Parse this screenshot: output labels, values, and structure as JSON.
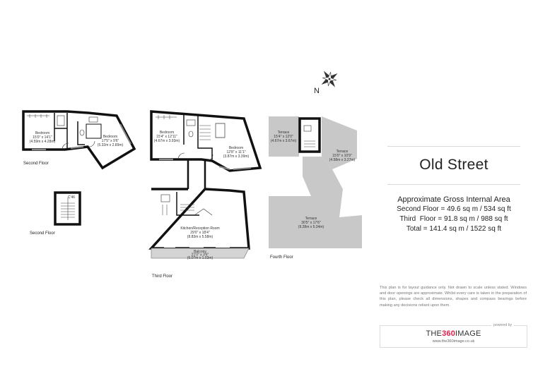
{
  "compass": {
    "letter": "N"
  },
  "second_floor": {
    "label_main": "Second Floor",
    "label_annex": "Second Floor",
    "bedroom1": {
      "name": "Bedroom",
      "size": "15'0\" x 14'1\"",
      "metric": "(4.59m x 4.28m)"
    },
    "bedroom2": {
      "name": "Bedroom",
      "size": "17'5\" x 9'6\"",
      "metric": "(5.32m x 2.89m)"
    },
    "annex_note": "C'46"
  },
  "third_floor": {
    "label": "Third Floor",
    "bedroom1": {
      "name": "Bedroom",
      "size": "15'4\" x 12'11\"",
      "metric": "(4.67m x 3.93m)"
    },
    "bedroom2": {
      "name": "Bedroom",
      "size": "12'8\" x 11'1\"",
      "metric": "(3.87m x 3.39m)"
    },
    "kitchen": {
      "name": "Kitchen/Reception Room",
      "size": "29'0\" x 18'4\"",
      "metric": "(8.83m x 5.58m)"
    },
    "balcony": {
      "name": "Balcony",
      "size": "21'0\" x 3'6\"",
      "metric": "(6.07m x 1.03m)"
    }
  },
  "fourth_floor": {
    "label": "Fourth Floor",
    "terrace1": {
      "name": "Terrace",
      "size": "15'4\" x 12'0\"",
      "metric": "(4.67m x 3.67m)"
    },
    "terrace2": {
      "name": "Terrace",
      "size": "15'0\" x 10'9\"",
      "metric": "(4.58m x 3.27m)"
    },
    "terrace3": {
      "name": "Terrace",
      "size": "30'5\" x 17'6\"",
      "metric": "(9.28m x 5.34m)"
    }
  },
  "title": "Old Street",
  "area": {
    "heading": "Approximate Gross Internal Area",
    "second": "Second Floor = 49.6 sq m / 534 sq ft",
    "third": "Third  Floor = 91.8 sq m / 988 sq ft",
    "total": "Total = 141.4 sq m / 1522 sq ft"
  },
  "disclaimer": "This plan is for layout guidance only. Not drawn to scale unless stated. Windows and door openings are approximate. Whilst every care is taken in the preparation of this plan, please check all dimensions, shapes and compass bearings before making any decisions reliant upon them.",
  "brand": {
    "powered_by": "powered by",
    "name_prefix": "THE",
    "name_accent": "360",
    "name_suffix": "IMAGE",
    "url": "www.the360image.co.uk"
  },
  "colors": {
    "wall": "#111111",
    "terrace": "#c8c8c8",
    "balcony": "#d4d4d4",
    "rule": "#d9d9d9"
  }
}
